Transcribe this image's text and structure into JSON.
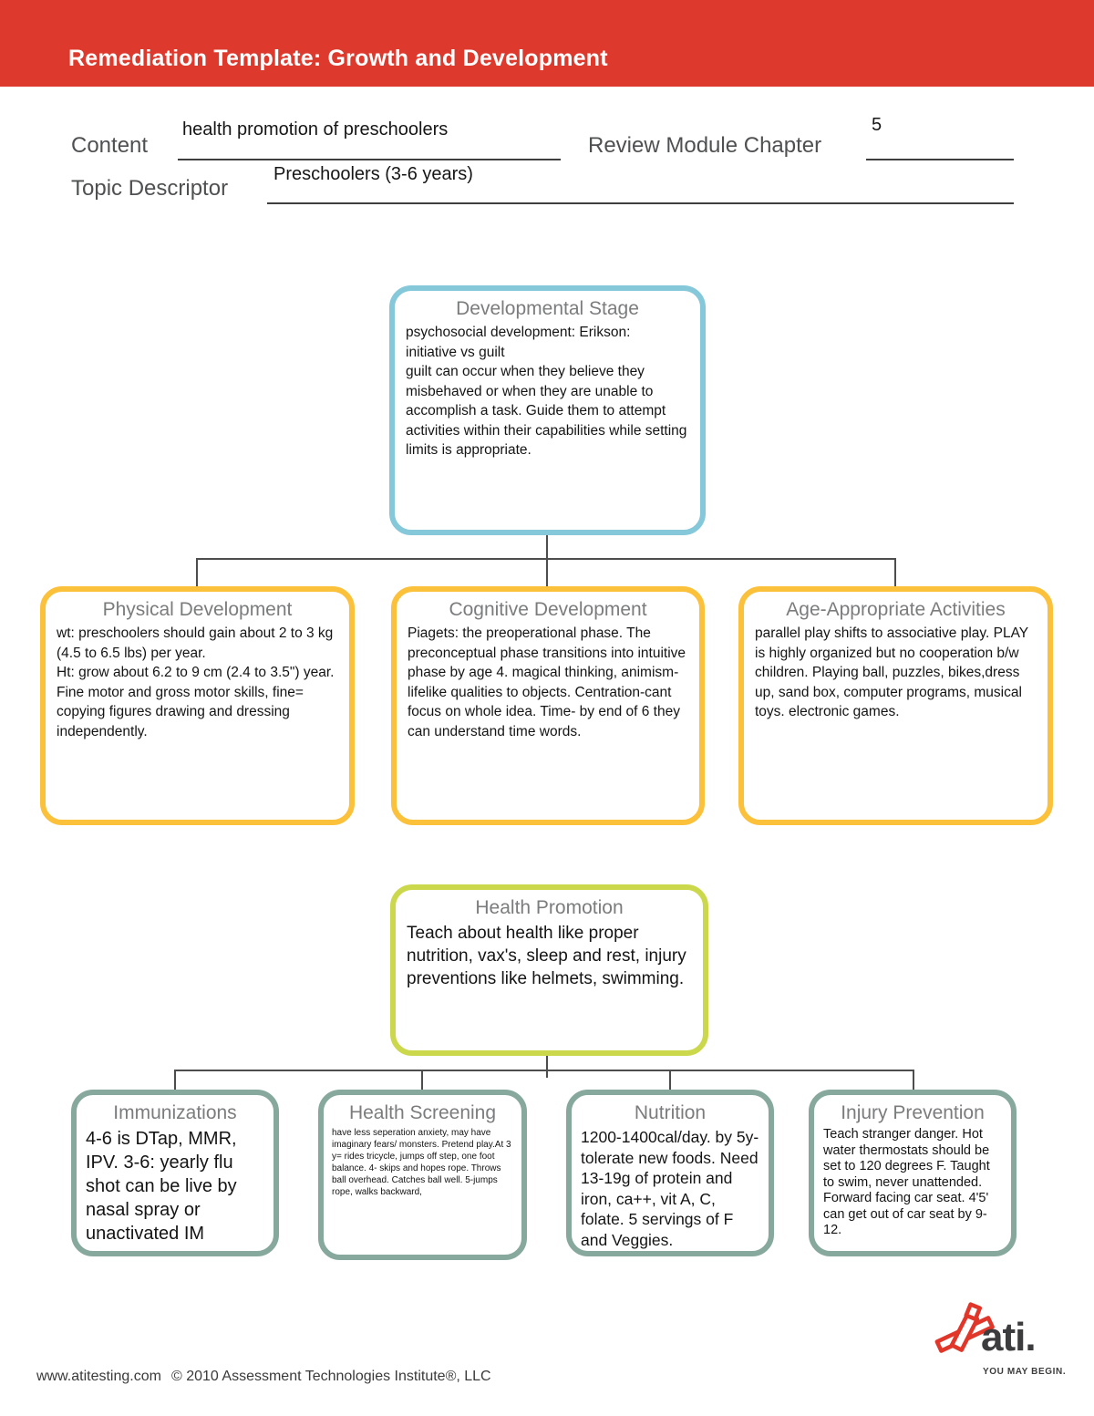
{
  "header": {
    "title": "Remediation Template: Growth and Development",
    "bar_color": "#dd392d"
  },
  "form": {
    "content": {
      "label": "Content",
      "value": "health promotion of preschoolers"
    },
    "review_chapter": {
      "label": "Review Module Chapter",
      "value": "5"
    },
    "topic": {
      "label": "Topic Descriptor",
      "value": "Preschoolers (3-6 years)"
    }
  },
  "diagram": {
    "connector_color": "#4d4d4d",
    "boxes": {
      "developmental_stage": {
        "title": "Developmental Stage",
        "body": "psychosocial development: Erikson:\ninitiative vs guilt\nguilt can occur when they believe they misbehaved or when they are unable to accomplish a task. Guide them to attempt activities within their capabilities while setting limits is appropriate.",
        "border_color": "#84c8d9"
      },
      "physical_development": {
        "title": "Physical Development",
        "body": "wt: preschoolers should gain about 2 to 3 kg (4.5 to 6.5 lbs) per year.\nHt: grow about 6.2 to 9 cm (2.4 to 3.5\") year.\nFine motor and gross motor skills, fine= copying figures drawing and dressing independently.",
        "border_color": "#fcc13b"
      },
      "cognitive_development": {
        "title": "Cognitive Development",
        "body": "Piagets: the preoperational phase. The preconceptual phase transitions into intuitive phase by age 4. magical thinking, animism-lifelike qualities to objects. Centration-cant focus on whole idea. Time- by end of 6 they can understand time words.",
        "border_color": "#fcc13b"
      },
      "age_appropriate_activities": {
        "title": "Age-Appropriate Activities",
        "body": "parallel play shifts to associative play. PLAY is highly organized but no cooperation b/w children. Playing ball, puzzles, bikes,dress up, sand box, computer programs, musical toys. electronic games.",
        "border_color": "#fcc13b"
      },
      "health_promotion": {
        "title": "Health Promotion",
        "body": "Teach about health like proper nutrition, vax's, sleep and rest, injury preventions like helmets, swimming.",
        "border_color": "#ccd84b"
      },
      "immunizations": {
        "title": "Immunizations",
        "body": "4-6 is DTap, MMR, IPV. 3-6: yearly flu shot can be live by nasal spray or unactivated IM",
        "border_color": "#87a89c"
      },
      "health_screening": {
        "title": "Health Screening",
        "body": "have less seperation anxiety, may have imaginary fears/ monsters. Pretend play.At 3 y= rides tricycle, jumps off step, one foot balance. 4- skips and hopes rope. Throws ball overhead. Catches ball well. 5-jumps rope, walks backward,",
        "border_color": "#87a89c"
      },
      "nutrition": {
        "title": "Nutrition",
        "body": "1200-1400cal/day. by 5y-tolerate new foods. Need 13-19g of protein and iron, ca++, vit A, C, folate. 5 servings of F and Veggies.",
        "border_color": "#87a89c"
      },
      "injury_prevention": {
        "title": "Injury Prevention",
        "body": "Teach stranger danger. Hot water thermostats should be set to 120 degrees F. Taught to swim, never unattended. Forward facing car seat. 4'5' can get out of car seat by 9-12.",
        "border_color": "#87a89c"
      }
    }
  },
  "footer": {
    "url": "www.atitesting.com",
    "copyright": "© 2010 Assessment Technologies Institute®, LLC"
  },
  "logo": {
    "wordmark": "ati.",
    "tagline": "YOU MAY BEGIN."
  }
}
